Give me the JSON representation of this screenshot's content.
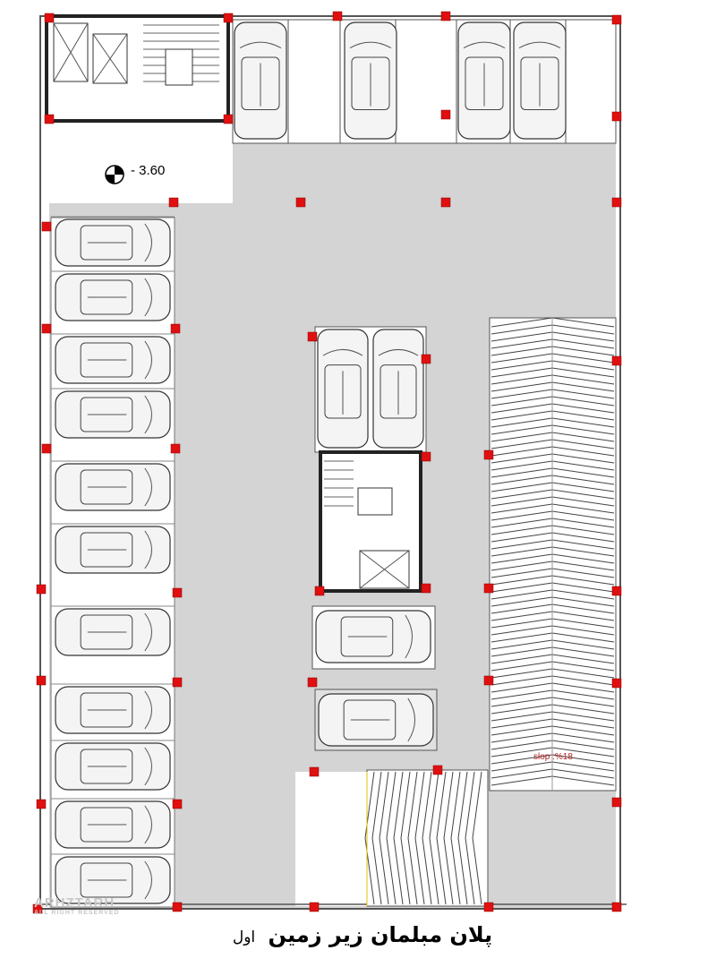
{
  "plan": {
    "title": "پلان مبلمان زیر زمین",
    "level": "اول",
    "elevation_label": "- 3.60",
    "ramp_slope_label": "slop :%18"
  },
  "logo": {
    "name": "ARHZTARH",
    "tagline": "ALL RIGHT RESERVED"
  },
  "colors": {
    "floor": "#d4d4d4",
    "column": "#e01010",
    "wall": "#222222",
    "slope_text": "#b02020"
  }
}
